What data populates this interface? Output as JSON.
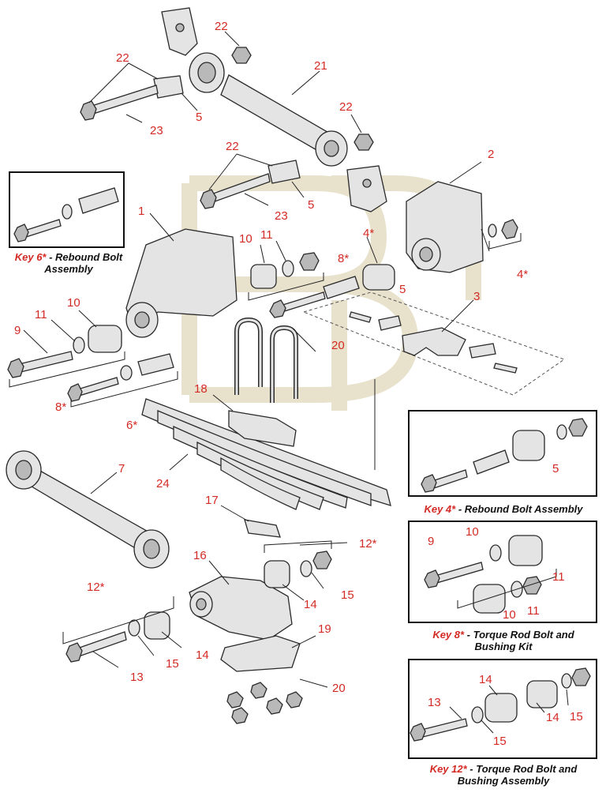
{
  "captions": {
    "key6": {
      "key": "Key 6*",
      "desc": "Rebound Bolt",
      "desc2": "Assembly"
    },
    "key4": {
      "key": "Key 4*",
      "desc": "Rebound Bolt Assembly"
    },
    "key8": {
      "key": "Key 8*",
      "desc": "Torque Rod Bolt and",
      "desc2": "Bushing Kit"
    },
    "key12": {
      "key": "Key 12*",
      "desc": "Torque Rod Bolt and",
      "desc2": "Bushing Assembly"
    }
  },
  "callouts": {
    "c1": "1",
    "c2": "2",
    "c3": "3",
    "c4a": "4*",
    "c4b": "4*",
    "c5a": "5",
    "c5b": "5",
    "c5c": "5",
    "c5d": "5",
    "c6": "6*",
    "c7": "7",
    "c8a": "8*",
    "c8b": "8*",
    "c9a": "9",
    "c9b": "9",
    "c10a": "10",
    "c10b": "10",
    "c10c": "10",
    "c10d": "10",
    "c11a": "11",
    "c11b": "11",
    "c11c": "11",
    "c11d": "11",
    "c12a": "12*",
    "c12b": "12*",
    "c13a": "13",
    "c13b": "13",
    "c14a": "14",
    "c14b": "14",
    "c14c": "14",
    "c14d": "14",
    "c15a": "15",
    "c15b": "15",
    "c15c": "15",
    "c15d": "15",
    "c16": "16",
    "c17": "17",
    "c18": "18",
    "c19": "19",
    "c20a": "20",
    "c20b": "20",
    "c21": "21",
    "c22a": "22",
    "c22b": "22",
    "c22c": "22",
    "c22d": "22",
    "c23a": "23",
    "c23b": "23",
    "c24": "24"
  },
  "colors": {
    "callout": "#d42a24",
    "watermark": "#e6dfc8"
  }
}
